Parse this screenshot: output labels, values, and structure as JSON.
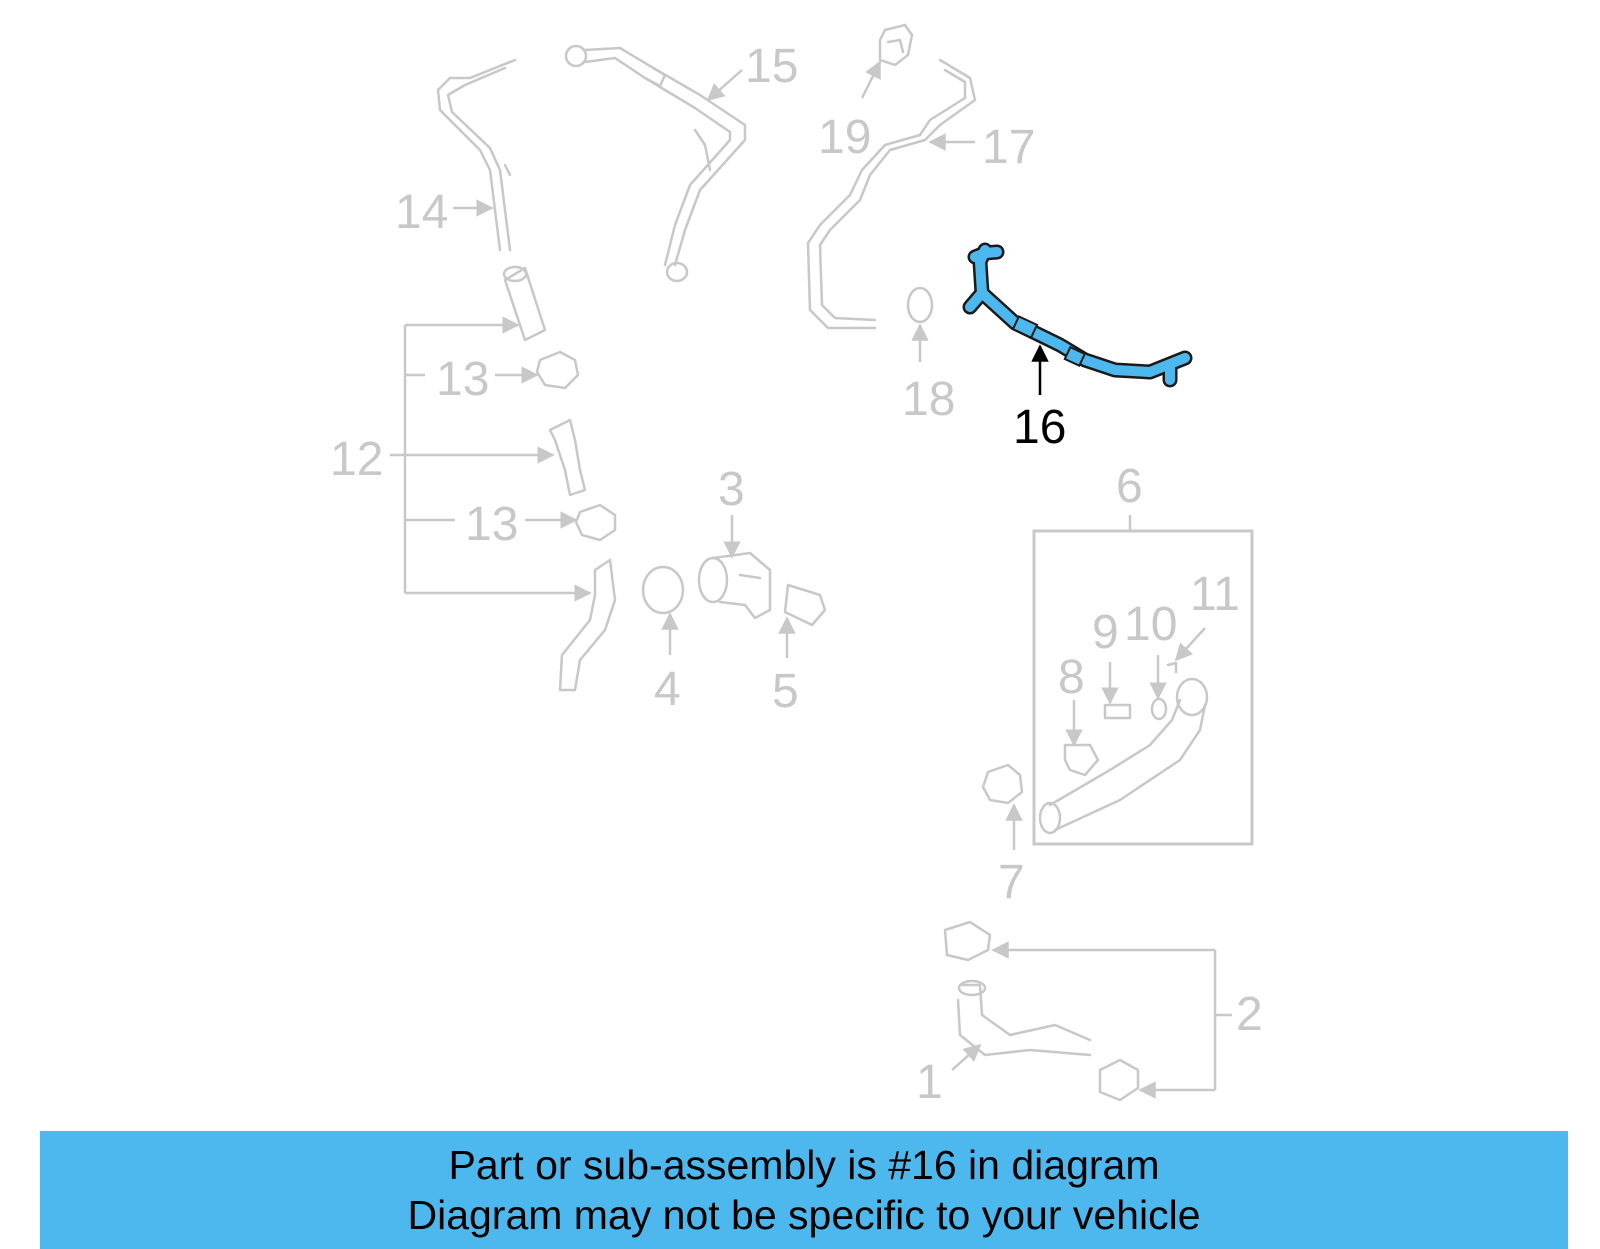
{
  "colors": {
    "highlight": "#4db8ee",
    "ghost": "#c8c8c8",
    "banner_bg": "#4db8ee"
  },
  "callouts": [
    "15",
    "19",
    "17",
    "14",
    "18",
    "13",
    "12",
    "13",
    "3",
    "6",
    "11",
    "9",
    "10",
    "8",
    "4",
    "5",
    "7",
    "2",
    "1"
  ],
  "highlighted_callout": "16",
  "banner": {
    "line1": "Part or sub-assembly is #16 in diagram",
    "line2": "Diagram may not be specific to your vehicle"
  }
}
